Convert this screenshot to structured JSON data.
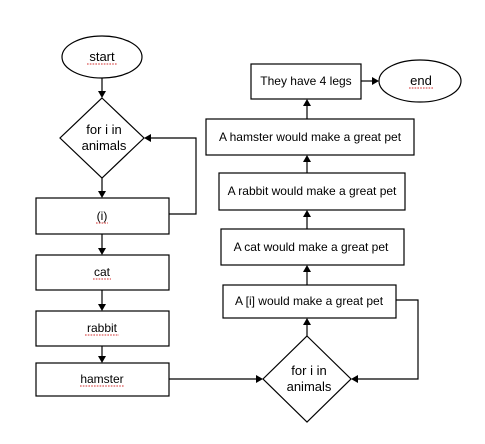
{
  "diagram": {
    "nodes": {
      "start": "start",
      "loop1_line1": "for i in",
      "loop1_line2": "animals",
      "item_i": "(i)",
      "cat": "cat",
      "rabbit": "rabbit",
      "hamster": "hamster",
      "loop2_line1": "for i in",
      "loop2_line2": "animals",
      "print_i": "A [i] would make a great pet",
      "print_cat": "A cat would make a great pet",
      "print_rabbit": "A rabbit would make a great pet",
      "print_hamster": "A hamster would make a great pet",
      "legs": "They have 4 legs",
      "end": "end"
    },
    "colors": {
      "stroke": "#000000",
      "fill": "#ffffff",
      "spellcheck": "#d32f2f"
    }
  }
}
